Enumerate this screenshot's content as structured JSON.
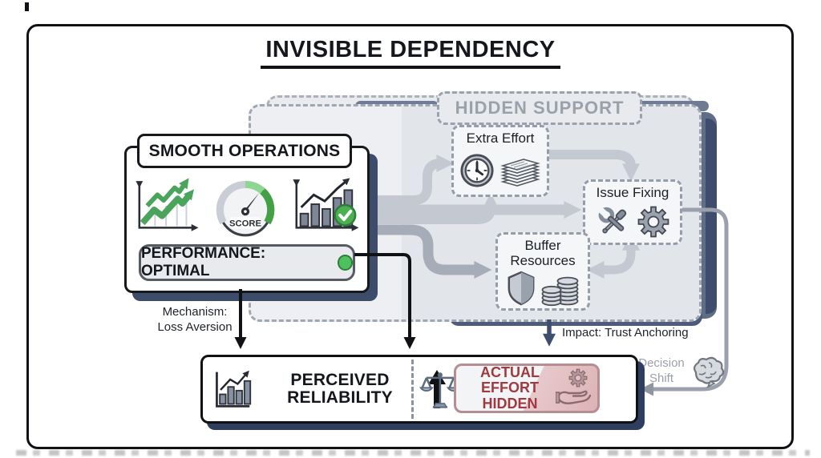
{
  "title": "INVISIBLE DEPENDENCY",
  "hidden_support": {
    "label": "HIDDEN SUPPORT",
    "nodes": [
      {
        "label": "Extra Effort",
        "icons": [
          "clock-icon",
          "paper-stack-icon"
        ]
      },
      {
        "label": "Issue Fixing",
        "icons": [
          "crossed-tools-icon",
          "gear-icon"
        ]
      },
      {
        "label": "Buffer Resources",
        "icons": [
          "shield-icon",
          "coin-stacks-icon"
        ]
      }
    ]
  },
  "smooth_operations": {
    "label": "SMOOTH OPERATIONS",
    "gauge_label": "SCORE",
    "status_label": "PERFORMANCE: OPTIMAL",
    "icons": [
      "growth-trend-icon",
      "score-gauge-icon",
      "bar-chart-check-icon"
    ]
  },
  "annotations": {
    "mechanism_line1": "Mechanism:",
    "mechanism_line2": "Loss Aversion",
    "impact": "Impact: Trust Anchoring",
    "decision_line1": "Decision",
    "decision_line2": "Shift"
  },
  "outcome": {
    "perceived_line1": "PERCEIVED",
    "perceived_line2": "RELIABILITY",
    "actual_line1": "ACTUAL EFFORT",
    "actual_line2": "HIDDEN"
  },
  "colors": {
    "accent_green": "#4aa45c",
    "status_dot_green": "#4fc05e",
    "alert_red": "#a03a40",
    "navy_shadow": "#3d4c6a",
    "slate_edge": "#5f6d86",
    "muted_gray_text": "#9aa1ab",
    "arrow_light_gray": "#c3c8d1",
    "arrow_dark_gray": "#a6adb9"
  }
}
